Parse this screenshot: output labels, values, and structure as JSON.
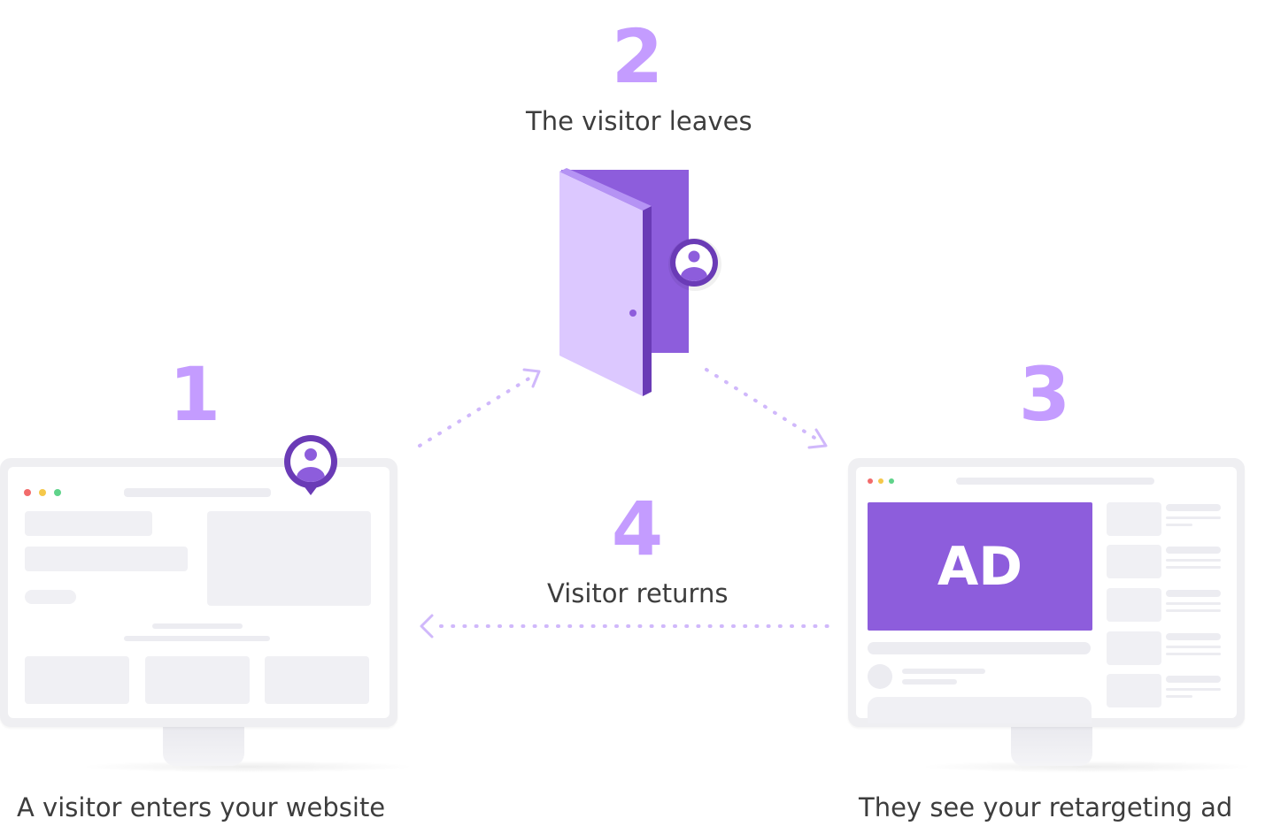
{
  "steps": [
    {
      "number": "1",
      "caption": "A visitor enters your website"
    },
    {
      "number": "2",
      "caption": "The visitor leaves"
    },
    {
      "number": "3",
      "caption": "They see your retargeting ad"
    },
    {
      "number": "4",
      "caption": "Visitor returns"
    }
  ],
  "ad_label": "AD",
  "icons": {
    "visitor": "user-avatar-icon",
    "door": "door-icon",
    "monitor": "monitor-icon",
    "location_pin": "location-pin-icon"
  },
  "colors": {
    "number": "#c49cff",
    "accent": "#8d5ddc",
    "accent_dark": "#6a3bb6",
    "door_face": "#dcc8ff",
    "arrow": "#d0b8fb",
    "window_red": "#f26b6b",
    "window_yellow": "#f5c84a",
    "window_green": "#5fd38a"
  }
}
